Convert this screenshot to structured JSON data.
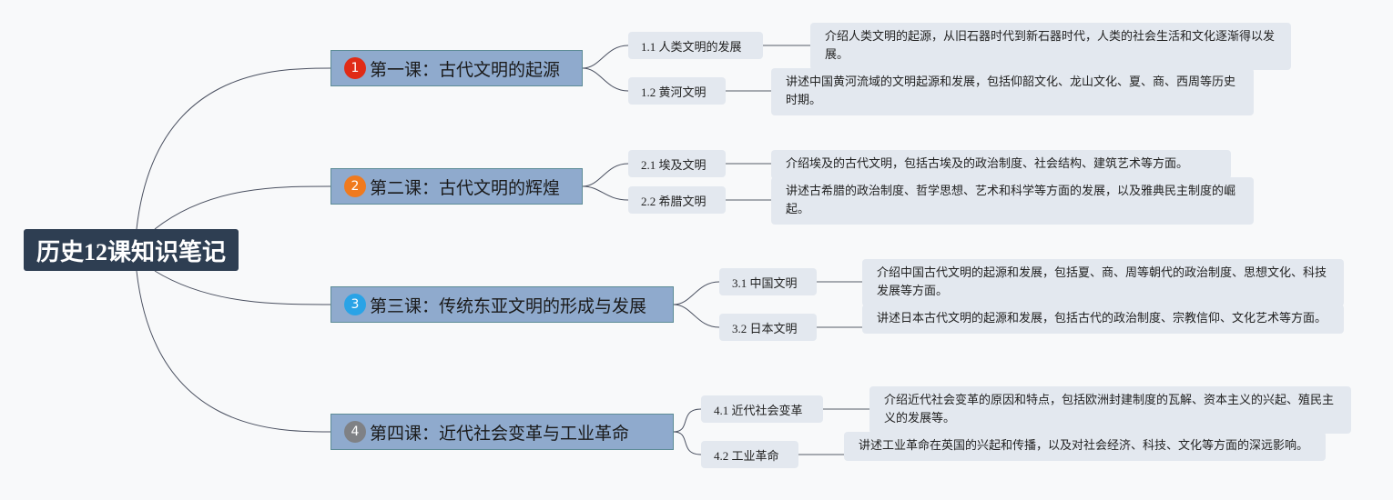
{
  "root": {
    "title": "历史12课知识笔记"
  },
  "lessons": [
    {
      "number": "1",
      "title": "第一课：古代文明的起源",
      "badge_color": "#e02b16",
      "topics": [
        {
          "label": "1.1 人类文明的发展",
          "desc": "介绍人类文明的起源，从旧石器时代到新石器时代，人类的社会生活和文化逐渐得以发展。"
        },
        {
          "label": "1.2 黄河文明",
          "desc": "讲述中国黄河流域的文明起源和发展，包括仰韶文化、龙山文化、夏、商、西周等历史时期。"
        }
      ]
    },
    {
      "number": "2",
      "title": "第二课：古代文明的辉煌",
      "badge_color": "#f07a1e",
      "topics": [
        {
          "label": "2.1 埃及文明",
          "desc": "介绍埃及的古代文明，包括古埃及的政治制度、社会结构、建筑艺术等方面。"
        },
        {
          "label": "2.2 希腊文明",
          "desc": "讲述古希腊的政治制度、哲学思想、艺术和科学等方面的发展，以及雅典民主制度的崛起。"
        }
      ]
    },
    {
      "number": "3",
      "title": "第三课：传统东亚文明的形成与发展",
      "badge_color": "#2aa3e6",
      "topics": [
        {
          "label": "3.1 中国文明",
          "desc": "介绍中国古代文明的起源和发展，包括夏、商、周等朝代的政治制度、思想文化、科技发展等方面。"
        },
        {
          "label": "3.2 日本文明",
          "desc": "讲述日本古代文明的起源和发展，包括古代的政治制度、宗教信仰、文化艺术等方面。"
        }
      ]
    },
    {
      "number": "4",
      "title": "第四课：近代社会变革与工业革命",
      "badge_color": "#7f8185",
      "topics": [
        {
          "label": "4.1 近代社会变革",
          "desc": "介绍近代社会变革的原因和特点，包括欧洲封建制度的瓦解、资本主义的兴起、殖民主义的发展等。"
        },
        {
          "label": "4.2 工业革命",
          "desc": "讲述工业革命在英国的兴起和传播，以及对社会经济、科技、文化等方面的深远影响。"
        }
      ]
    }
  ]
}
